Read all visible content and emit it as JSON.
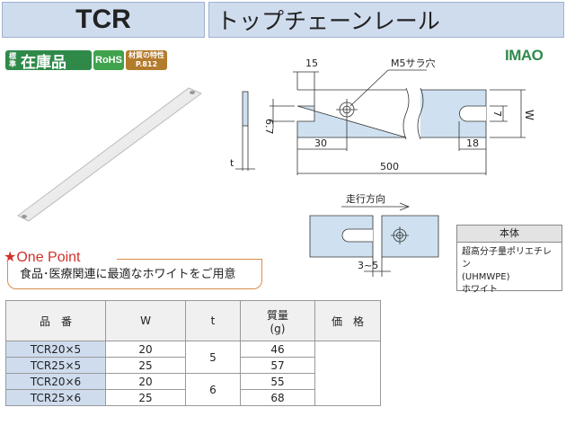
{
  "header": {
    "code": "TCR",
    "title": "トップチェーンレール"
  },
  "badges": {
    "stock_small": "標準",
    "stock": "在庫品",
    "rohs": "RoHS",
    "material_line1": "材質の特性",
    "material_line2": "P.812"
  },
  "logo": "IMAO",
  "drawing": {
    "dim_15": "15",
    "hole_label": "M5サラ穴",
    "dim_6_7": "6.7",
    "dim_7": "7",
    "dim_W": "W",
    "dim_t": "t",
    "dim_30": "30",
    "dim_18": "18",
    "dim_500": "500",
    "direction": "走行方向",
    "gap": "3~5"
  },
  "one_point": {
    "heading": "★One Point",
    "text": "食品･医療関連に最適なホワイトをご用意"
  },
  "material_note": {
    "header": "本体",
    "line1": "超高分子量ポリエチレン",
    "line2": "(UHMWPE)",
    "line3": "ホワイト"
  },
  "table": {
    "headers": {
      "part": "品　番",
      "w": "W",
      "t": "t",
      "mass": "質量",
      "mass_unit": "(g)",
      "price": "価　格"
    },
    "rows": [
      {
        "part": "TCR20×5",
        "w": "20",
        "mass": "46"
      },
      {
        "part": "TCR25×5",
        "w": "25",
        "mass": "57"
      },
      {
        "part": "TCR20×6",
        "w": "20",
        "mass": "55"
      },
      {
        "part": "TCR25×6",
        "w": "25",
        "mass": "68"
      }
    ],
    "t_groups": [
      "5",
      "6"
    ]
  },
  "colors": {
    "header_bg": "#cfdcee",
    "part_bg": "#cfdcee",
    "accent_red": "#d0322a",
    "logo_green": "#2f8a4a"
  }
}
